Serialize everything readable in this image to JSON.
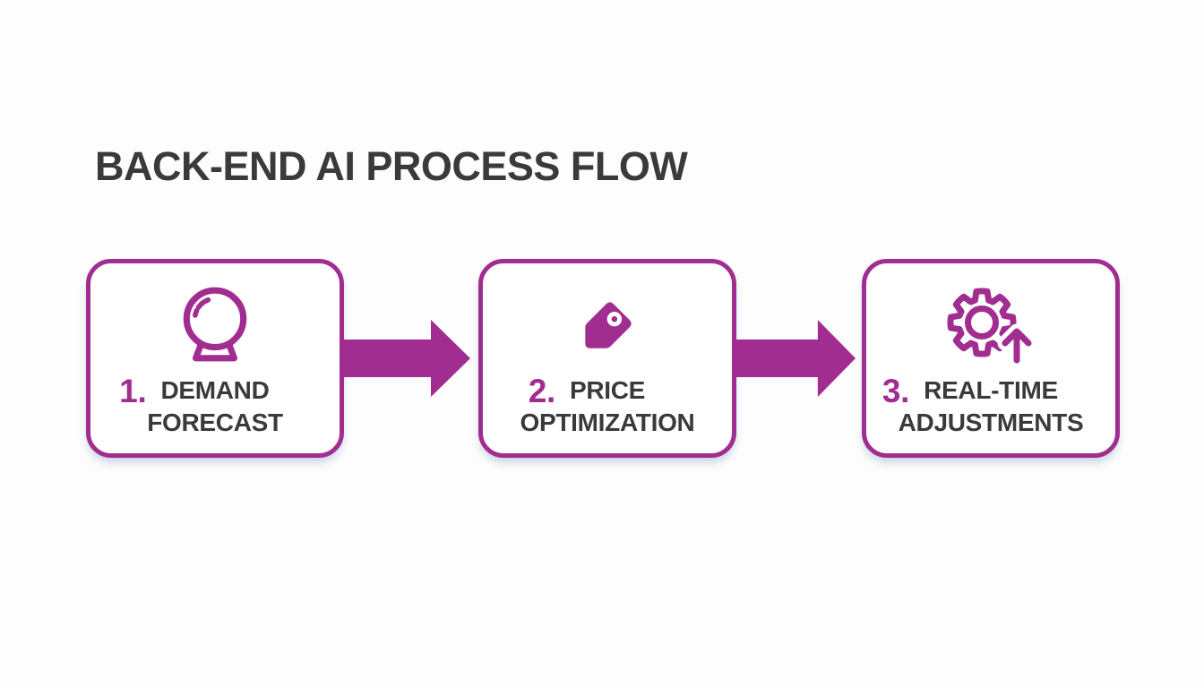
{
  "title": "BACK-END AI PROCESS FLOW",
  "colors": {
    "accent": "#a12d90",
    "text": "#3a3a3c",
    "background": "#fdfdfd"
  },
  "steps": [
    {
      "number": "1.",
      "line1": "DEMAND",
      "line2": "FORECAST",
      "icon": "crystal-ball-icon"
    },
    {
      "number": "2.",
      "line1": "PRICE",
      "line2": "OPTIMIZATION",
      "icon": "price-tag-icon"
    },
    {
      "number": "3.",
      "line1": "REAL-TIME",
      "line2": "ADJUSTMENTS",
      "icon": "gear-up-arrow-icon"
    }
  ],
  "connectors": [
    {
      "from": "demand-forecast",
      "to": "price-optimization"
    },
    {
      "from": "price-optimization",
      "to": "real-time-adjustments"
    }
  ]
}
